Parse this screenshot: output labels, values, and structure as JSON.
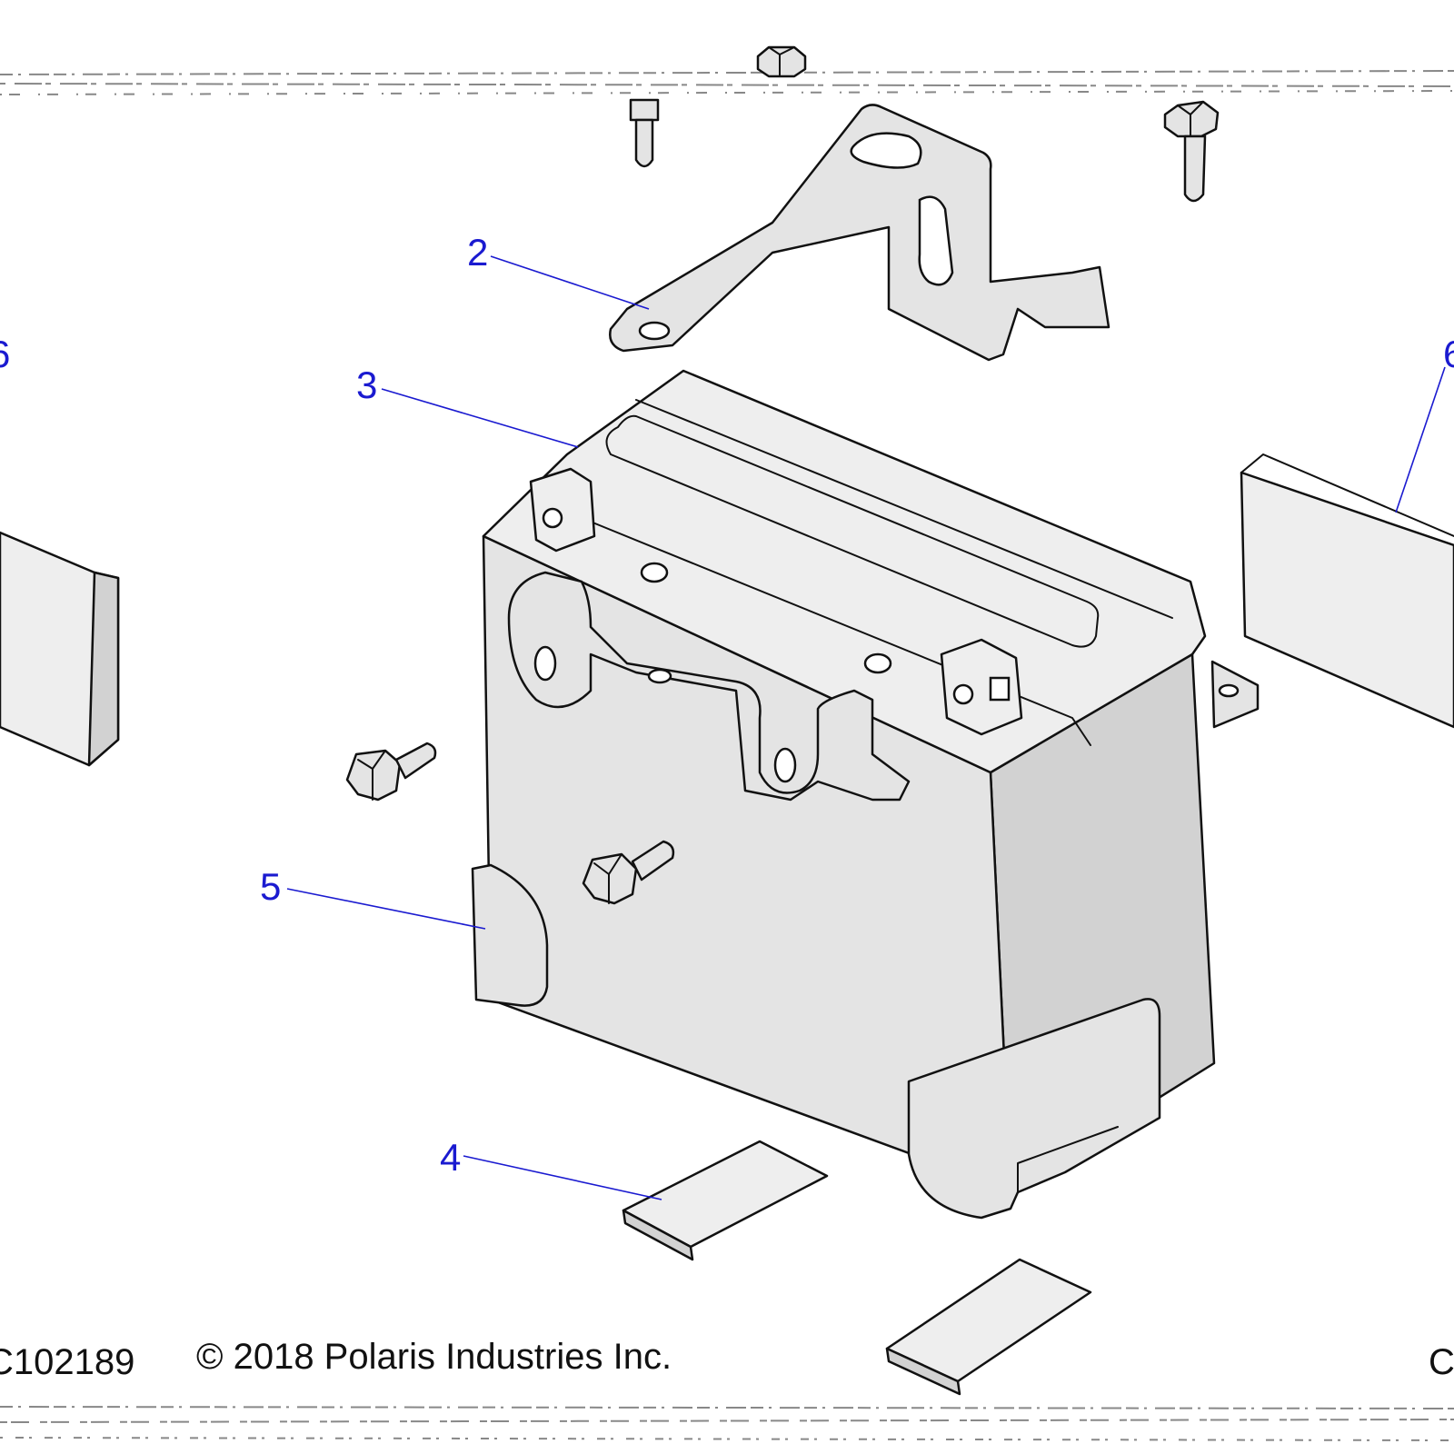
{
  "callouts": {
    "c2": "2",
    "c3": "3",
    "c4": "4",
    "c5": "5",
    "c6_left": "6",
    "c6_right": "6"
  },
  "footer": {
    "drawing_number": "C102189",
    "copyright": "© 2018 Polaris Industries Inc.",
    "right_fragment": "C"
  },
  "colors": {
    "callout": "#1a1ad0",
    "part_fill": "#e4e4e4",
    "line": "#111111"
  }
}
